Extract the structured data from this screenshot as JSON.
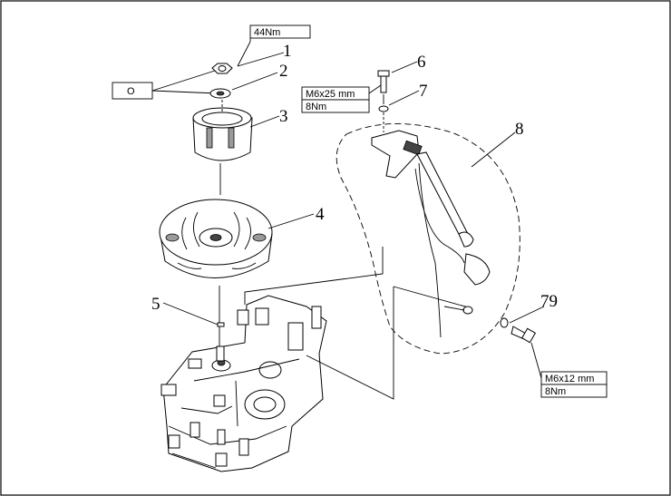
{
  "callouts": {
    "c1": "1",
    "c2": "2",
    "c3": "3",
    "c4": "4",
    "c5": "5",
    "c6": "6",
    "c7": "7",
    "c8": "8",
    "c79": "79"
  },
  "spec_boxes": {
    "flywheel_nut_torque": "44Nm",
    "connector_symbol": "O",
    "upper_screw_size": "M6x25 mm",
    "upper_screw_torque": "8Nm",
    "lower_screw_size": "M6x12 mm",
    "lower_screw_torque": "8Nm"
  }
}
